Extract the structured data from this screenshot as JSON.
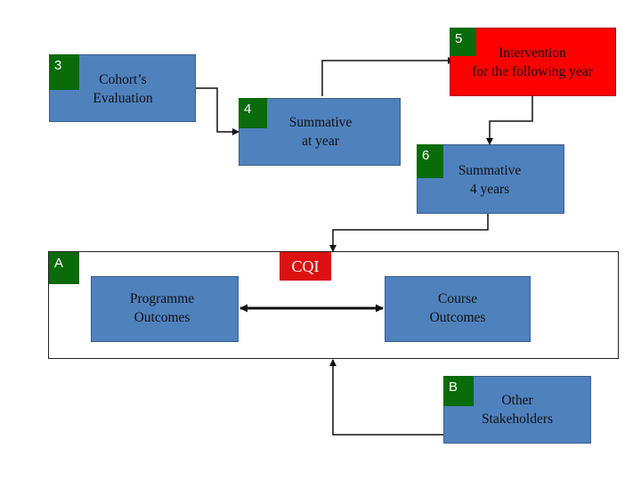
{
  "nodes": {
    "cohort": {
      "number": "3",
      "label": "Cohort’s\nEvaluation"
    },
    "summative_year": {
      "number": "4",
      "label": "Summative\nat year"
    },
    "intervention": {
      "number": "5",
      "label": "Intervention\nfor the following year"
    },
    "summative_4": {
      "number": "6",
      "label": "Summative\n4 years"
    },
    "programme": {
      "label": "Programme\nOutcomes"
    },
    "course": {
      "label": "Course\nOutcomes"
    },
    "stakeholders": {
      "number": "B",
      "label": "Other\nStakeholders"
    }
  },
  "panel": {
    "number": "A",
    "title": "CQI"
  },
  "colors": {
    "box": "#4f81bd",
    "badge": "#0a6b0a",
    "intervention": "#ff0000",
    "cqi": "#dd1111"
  }
}
